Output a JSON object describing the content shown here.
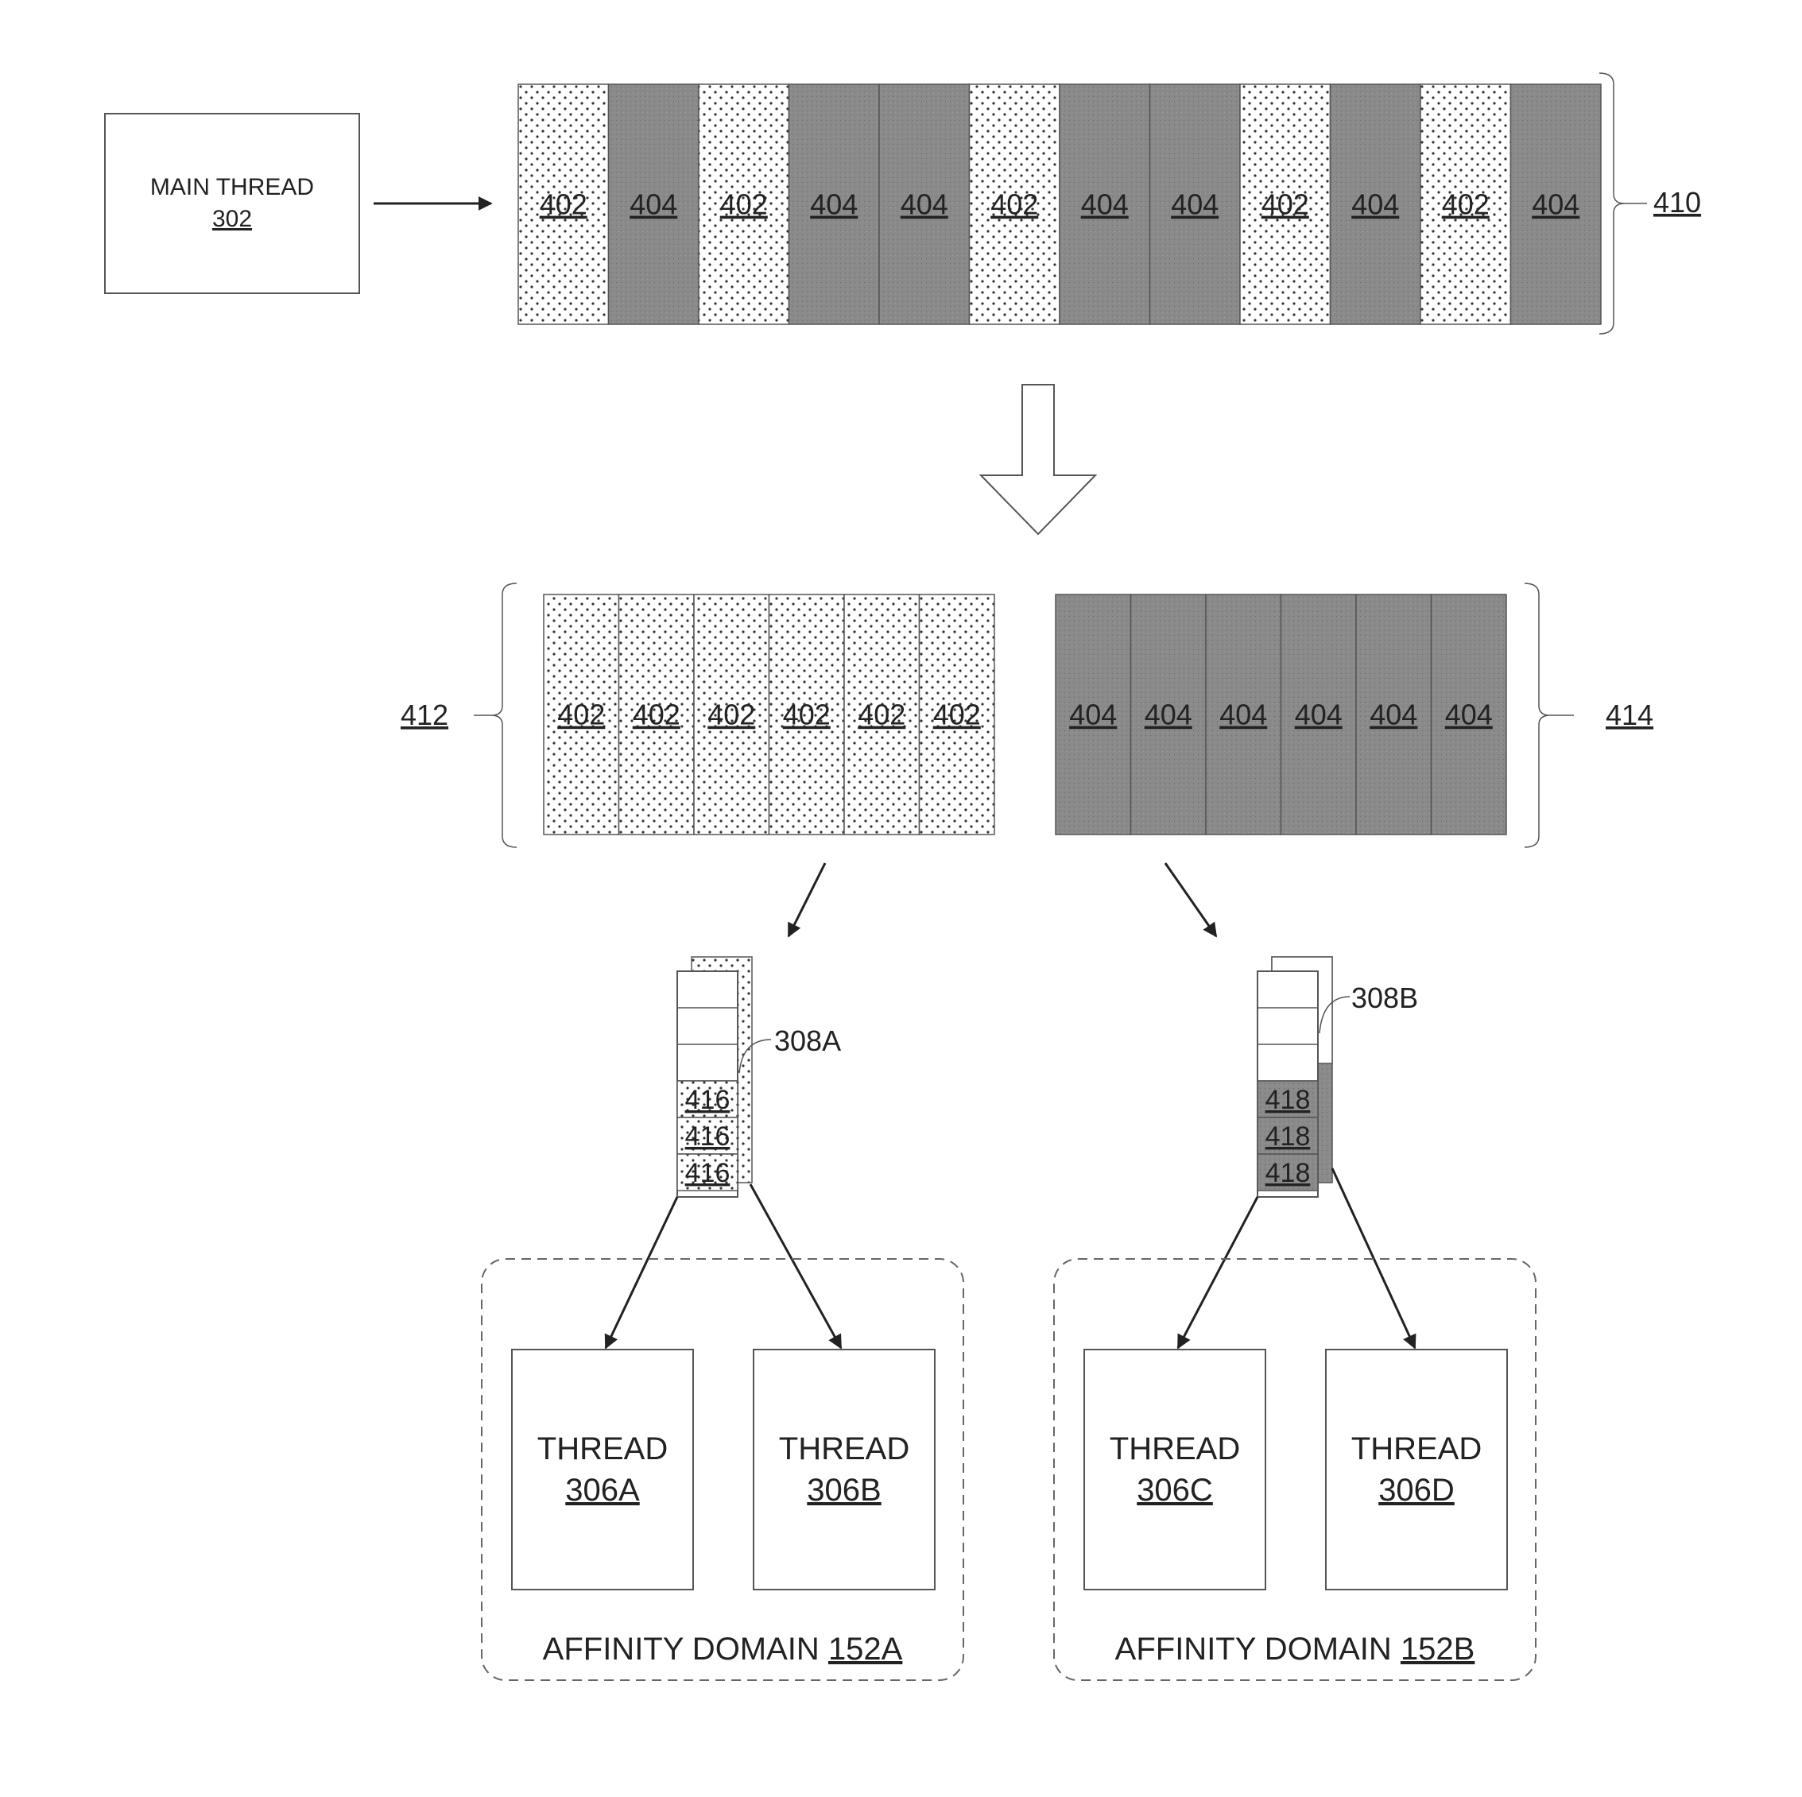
{
  "main_thread": {
    "title": "MAIN THREAD",
    "ref": "302"
  },
  "sequence": {
    "ref": "410",
    "items": [
      "402",
      "404",
      "402",
      "404",
      "404",
      "402",
      "404",
      "404",
      "402",
      "404",
      "402",
      "404"
    ]
  },
  "group_left": {
    "ref": "412",
    "items": [
      "402",
      "402",
      "402",
      "402",
      "402",
      "402"
    ]
  },
  "group_right": {
    "ref": "414",
    "items": [
      "404",
      "404",
      "404",
      "404",
      "404",
      "404"
    ]
  },
  "queue_left": {
    "ref": "308A",
    "items": [
      "416",
      "416",
      "416"
    ]
  },
  "queue_right": {
    "ref": "308B",
    "items": [
      "418",
      "418",
      "418"
    ]
  },
  "domain_left": {
    "label": "AFFINITY DOMAIN",
    "ref": "152A",
    "threads": [
      {
        "title": "THREAD",
        "ref": "306A"
      },
      {
        "title": "THREAD",
        "ref": "306B"
      }
    ]
  },
  "domain_right": {
    "label": "AFFINITY DOMAIN",
    "ref": "152B",
    "threads": [
      {
        "title": "THREAD",
        "ref": "306C"
      },
      {
        "title": "THREAD",
        "ref": "306D"
      }
    ]
  },
  "colors": {
    "dark_fill": "#8a8a8a",
    "dot_fill": "#ffffff",
    "stroke": "#555555"
  }
}
